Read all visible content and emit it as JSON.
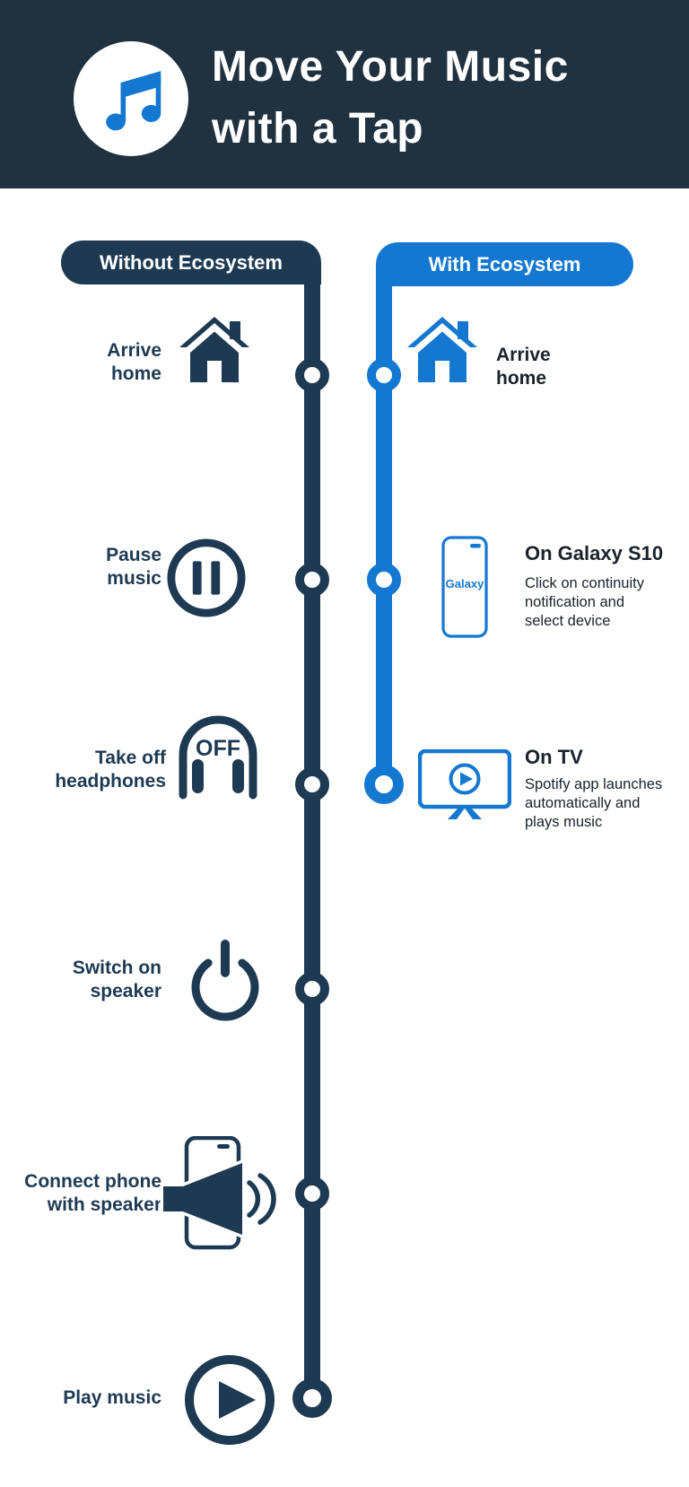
{
  "colors": {
    "header_bg": "#20313F",
    "navy": "#1E3A53",
    "blue": "#1478D1",
    "text_dark": "#1A222B",
    "white": "#FFFFFF"
  },
  "title": {
    "line1": "Move Your Music",
    "line2": "with a Tap",
    "badge_icon": "music-note-icon"
  },
  "columns": {
    "without_label": "Without Ecosystem",
    "with_label": "With Ecosystem"
  },
  "left_steps": [
    {
      "label": "Arrive\nhome",
      "icon": "home-icon"
    },
    {
      "label": "Pause\nmusic",
      "icon": "pause-circle-icon"
    },
    {
      "label": "Take off\nheadphones",
      "icon": "headphones-off-icon",
      "icon_text": "OFF"
    },
    {
      "label": "Switch on\nspeaker",
      "icon": "power-icon"
    },
    {
      "label": "Connect phone\nwith speaker",
      "icon": "phone-speaker-icon"
    },
    {
      "label": "Play music",
      "icon": "play-circle-icon"
    }
  ],
  "right_steps": [
    {
      "label": "Arrive\nhome",
      "icon": "home-icon"
    },
    {
      "title": "On Galaxy S10",
      "description": "Click on continuity\nnotification and\nselect device",
      "icon": "galaxy-phone-icon",
      "phone_label": "Galaxy"
    },
    {
      "title": "On TV",
      "description": "Spotify app launches\nautomatically and\nplays music",
      "icon": "tv-play-icon"
    }
  ]
}
